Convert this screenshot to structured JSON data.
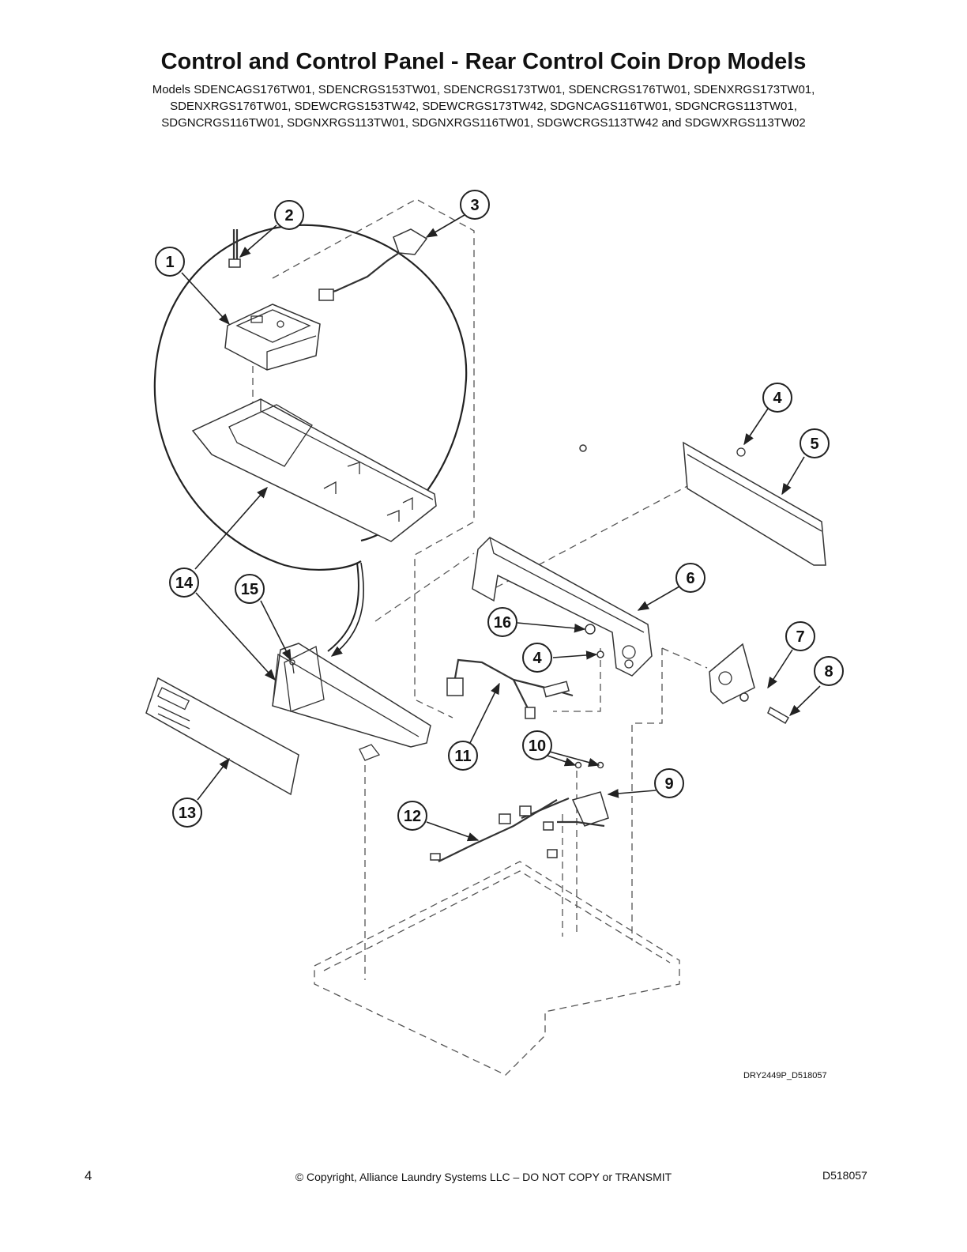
{
  "header": {
    "title": "Control and Control Panel - Rear Control Coin Drop Models",
    "model_lines": [
      "Models SDENCAGS176TW01, SDENCRGS153TW01, SDENCRGS173TW01, SDENCRGS176TW01, SDENXRGS173TW01,",
      "SDENXRGS176TW01, SDEWCRGS153TW42, SDEWCRGS173TW42, SDGNCAGS116TW01, SDGNCRGS113TW01,",
      "SDGNCRGS116TW01, SDGNXRGS113TW01, SDGNXRGS116TW01, SDGWCRGS113TW42 and SDGWXRGS113TW02"
    ]
  },
  "diagram": {
    "callouts": {
      "c1": "1",
      "c2": "2",
      "c3": "3",
      "c4a": "4",
      "c5": "5",
      "c6": "6",
      "c7": "7",
      "c8": "8",
      "c9": "9",
      "c10": "10",
      "c11": "11",
      "c12": "12",
      "c13": "13",
      "c14": "14",
      "c15": "15",
      "c16": "16",
      "c4b": "4"
    },
    "drawing_id": "DRY2449P_D518057"
  },
  "footer": {
    "page_number": "4",
    "copyright": "© Copyright, Alliance Laundry Systems LLC – DO NOT COPY or TRANSMIT",
    "document_number": "D518057"
  }
}
